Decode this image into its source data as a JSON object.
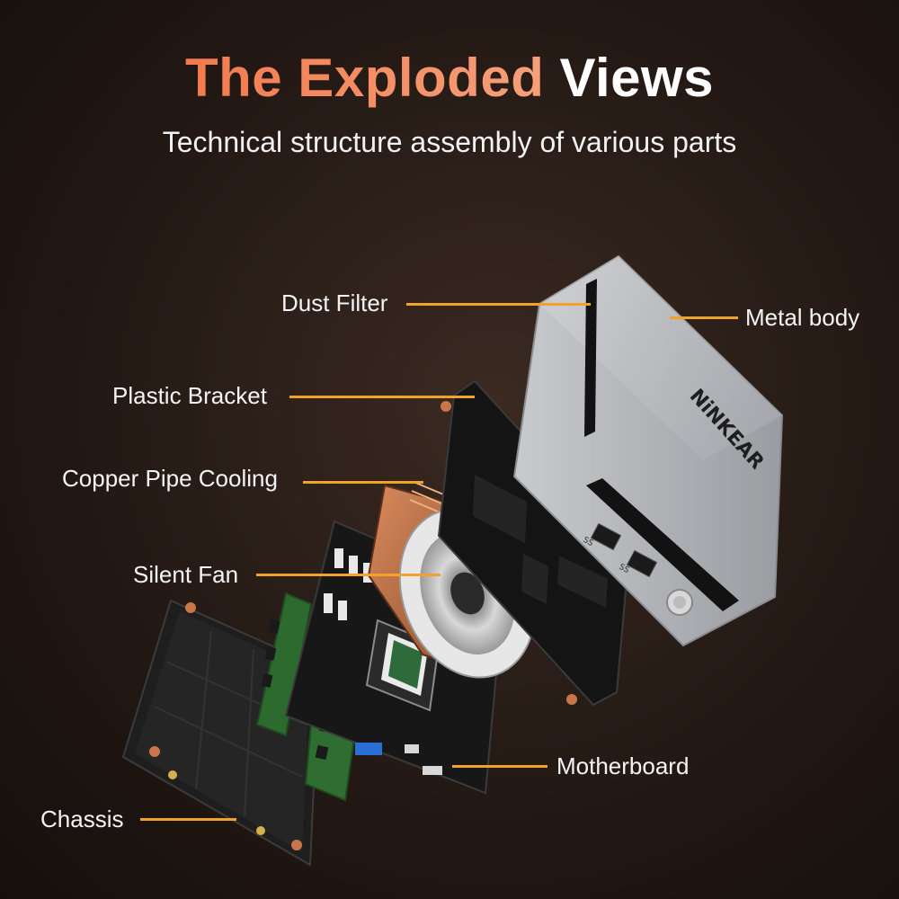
{
  "header": {
    "title_accent": "The Exploded",
    "title_rest": "Views",
    "subtitle": "Technical structure assembly of various parts"
  },
  "device": {
    "brand": "NiNKEAR",
    "port_label": "SS"
  },
  "callouts": {
    "dust_filter": "Dust Filter",
    "metal_body": "Metal body",
    "plastic_bracket": "Plastic Bracket",
    "copper_pipe": "Copper Pipe Cooling",
    "silent_fan": "Silent Fan",
    "motherboard": "Motherboard",
    "chassis": "Chassis"
  },
  "colors": {
    "accent_title": "#f4875a",
    "leader_line": "#f0a22a",
    "background": "#241914"
  }
}
